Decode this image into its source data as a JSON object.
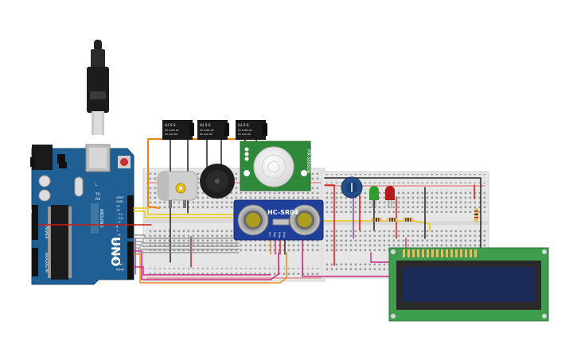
{
  "arduino": {
    "brand": "UNO",
    "sub_brand": "ARDUINO",
    "power_label": "POWER",
    "analog_label": "ANALOG IN",
    "digital_label": "DIGITAL (PWM~)",
    "left_pins": [
      "IOREF",
      "RESET",
      "3.3V",
      "5V",
      "GND",
      "GND",
      "VIN"
    ],
    "analog_pins": [
      "A0",
      "A1",
      "A2",
      "A3",
      "A4",
      "A5"
    ],
    "right_pins": [
      "AREF",
      "GND",
      "13",
      "12",
      "~11",
      "~10",
      "~9",
      "8",
      "7",
      "~6",
      "~5",
      "4",
      "~3",
      "2",
      "TX▸1",
      "RX◂0"
    ],
    "tx_label": "TX",
    "rx_label": "RX",
    "l_label": "L"
  },
  "relays": [
    {
      "label": "LU-5-S",
      "rating1": "5V 120V AC",
      "rating2": "5V 24V DC"
    },
    {
      "label": "LU-5-S",
      "rating1": "5V 120V AC",
      "rating2": "5V 24V DC"
    },
    {
      "label": "LU-5-S",
      "rating1": "5V 120V AC",
      "rating2": "5V 24V DC"
    }
  ],
  "pir": {
    "label": "PIR-SENSOR"
  },
  "ultrasonic": {
    "label": "HC-SR04",
    "pins": [
      "Vcc",
      "Trig",
      "Echo",
      "Gnd"
    ]
  },
  "colors": {
    "arduino_board": "#1f5f93",
    "breadboard": "#e6e6e6",
    "lcd_pcb": "#3f9e4d",
    "lcd_screen": "#1b2a57",
    "wire_red": "#d01818",
    "wire_black": "#222222",
    "wire_orange": "#e8860f",
    "wire_yellow": "#e8c80c",
    "wire_magenta": "#cc2a86",
    "wire_gray": "#8a8a8a",
    "led_green": "#2f9e2f",
    "led_red": "#b01a1a"
  }
}
